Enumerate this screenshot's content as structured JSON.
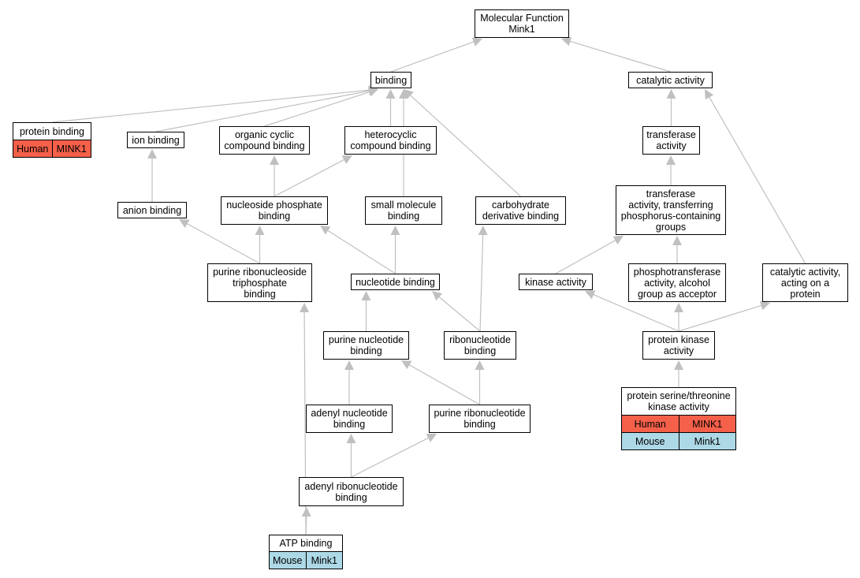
{
  "colors": {
    "human": "#f4604a",
    "mouse": "#add8e6",
    "edge": "#c0c0c0"
  },
  "nodes": {
    "mf": {
      "label": "Molecular Function\nMink1"
    },
    "binding": {
      "label": "binding"
    },
    "catalytic": {
      "label": "catalytic activity"
    },
    "protein_binding": {
      "label": "protein binding",
      "rows": [
        [
          "Human",
          "MINK1"
        ]
      ]
    },
    "ion_binding": {
      "label": "ion binding"
    },
    "organic_cyclic": {
      "label": "organic cyclic\ncompound binding"
    },
    "heterocyclic": {
      "label": "heterocyclic\ncompound binding"
    },
    "transferase": {
      "label": "transferase\nactivity"
    },
    "anion_binding": {
      "label": "anion binding"
    },
    "nucleoside_phosphate": {
      "label": "nucleoside phosphate\nbinding"
    },
    "small_molecule": {
      "label": "small molecule\nbinding"
    },
    "carbohydrate_deriv": {
      "label": "carbohydrate\nderivative binding"
    },
    "transferase_phospho": {
      "label": "transferase\nactivity, transferring\nphosphorus-containing\ngroups"
    },
    "purine_ribonucleoside_tp": {
      "label": "purine ribonucleoside\ntriphosphate\nbinding"
    },
    "nucleotide_binding": {
      "label": "nucleotide binding"
    },
    "kinase_activity": {
      "label": "kinase activity"
    },
    "phosphotransferase": {
      "label": "phosphotransferase\nactivity, alcohol\ngroup as acceptor"
    },
    "catalytic_protein": {
      "label": "catalytic activity,\nacting on a\nprotein"
    },
    "purine_nucleotide": {
      "label": "purine nucleotide\nbinding"
    },
    "ribonucleotide": {
      "label": "ribonucleotide\nbinding"
    },
    "protein_kinase": {
      "label": "protein kinase\nactivity"
    },
    "adenyl_nucleotide": {
      "label": "adenyl nucleotide\nbinding"
    },
    "purine_ribonucleotide": {
      "label": "purine ribonucleotide\nbinding"
    },
    "protein_ser_thr": {
      "label": "protein serine/threonine\nkinase activity",
      "rows": [
        [
          "Human",
          "MINK1"
        ],
        [
          "Mouse",
          "Mink1"
        ]
      ]
    },
    "adenyl_ribonucleotide": {
      "label": "adenyl ribonucleotide\nbinding"
    },
    "atp_binding": {
      "label": "ATP binding",
      "rows": [
        [
          "Mouse",
          "Mink1"
        ]
      ]
    }
  },
  "edges": [
    [
      "binding",
      "mf"
    ],
    [
      "catalytic",
      "mf"
    ],
    [
      "protein_binding",
      "binding"
    ],
    [
      "ion_binding",
      "binding"
    ],
    [
      "organic_cyclic",
      "binding"
    ],
    [
      "heterocyclic",
      "binding"
    ],
    [
      "small_molecule",
      "binding"
    ],
    [
      "carbohydrate_deriv",
      "binding"
    ],
    [
      "transferase",
      "catalytic"
    ],
    [
      "catalytic_protein",
      "catalytic"
    ],
    [
      "anion_binding",
      "ion_binding"
    ],
    [
      "nucleoside_phosphate",
      "organic_cyclic"
    ],
    [
      "nucleoside_phosphate",
      "heterocyclic"
    ],
    [
      "transferase_phospho",
      "transferase"
    ],
    [
      "purine_ribonucleoside_tp",
      "anion_binding"
    ],
    [
      "purine_ribonucleoside_tp",
      "nucleoside_phosphate"
    ],
    [
      "nucleotide_binding",
      "nucleoside_phosphate"
    ],
    [
      "nucleotide_binding",
      "small_molecule"
    ],
    [
      "kinase_activity",
      "transferase_phospho"
    ],
    [
      "phosphotransferase",
      "transferase_phospho"
    ],
    [
      "purine_nucleotide",
      "nucleotide_binding"
    ],
    [
      "ribonucleotide",
      "nucleotide_binding"
    ],
    [
      "ribonucleotide",
      "carbohydrate_deriv"
    ],
    [
      "protein_kinase",
      "kinase_activity"
    ],
    [
      "protein_kinase",
      "phosphotransferase"
    ],
    [
      "protein_kinase",
      "catalytic_protein"
    ],
    [
      "adenyl_nucleotide",
      "purine_nucleotide"
    ],
    [
      "purine_ribonucleotide",
      "purine_nucleotide"
    ],
    [
      "purine_ribonucleotide",
      "ribonucleotide"
    ],
    [
      "protein_ser_thr",
      "protein_kinase"
    ],
    [
      "adenyl_ribonucleotide",
      "adenyl_nucleotide"
    ],
    [
      "adenyl_ribonucleotide",
      "purine_ribonucleotide"
    ],
    [
      "atp_binding",
      "adenyl_ribonucleotide"
    ],
    [
      "atp_binding",
      "purine_ribonucleoside_tp"
    ]
  ]
}
